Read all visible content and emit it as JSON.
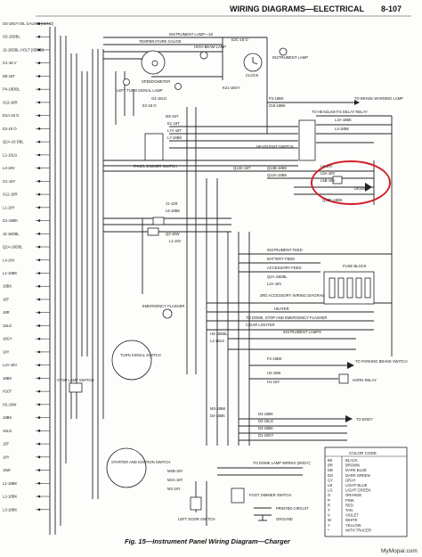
{
  "header": {
    "title": "WIRING DIAGRAMS—ELECTRICAL",
    "page_number": "8-107"
  },
  "caption": "Fig. 15—Instrument Panel Wiring Diagram—Charger",
  "watermark": "MyMopar.com",
  "annotation_color": "#d4202a",
  "components": {
    "temperature_gauge": "TEMPERATURE GAUGE",
    "speedometer": "SPEEDOMETER",
    "high_beam_lamp": "HIGH BEAM LAMP",
    "clock": "CLOCK",
    "instrument_lamp": "INSTRUMENT LAMP",
    "left_turn_signal_lamp": "LEFT TURN SIGNAL LAMP",
    "panel_dimmer_switch": "PANEL DIMMER SWITCH",
    "headlight_switch": "HEADLIGHT SWITCH",
    "to_headlights_delay_relay": "TO HEADLIGHTS DELAY RELAY",
    "to_brake_warning_lamp": "TO BRAKE WARNING LAMP",
    "diode": "DIODE",
    "instrument_feed": "INSTRUMENT FEED",
    "battery_feed": "BATTERY FEED",
    "accessory_feed": "ACCESSORY FEED",
    "fuse_block": "FUSE BLOCK",
    "emergency_flasher": "EMERGENCY FLASHER",
    "turn_signal_switch": "TURN SIGNAL SWITCH",
    "stop_lamp_switch": "STOP LAMP SWITCH",
    "starter_ignition_switch": "STARTER AND IGNITION SWITCH",
    "to_parking_brake_switch": "TO PARKING BRAKE SWITCH",
    "horn_relay": "HORN RELAY",
    "to_body": "TO BODY",
    "to_dome_lamp_wiring": "TO DOME LAMP WIRING (BODY)",
    "left_door_switch": "LEFT DOOR SWITCH",
    "foot_dimmer_switch": "FOOT DIMMER SWITCH",
    "printed_circuit": "PRINTED CIRCUIT",
    "ground": "GROUND",
    "three_way_accessory": "3RD ACCESSORY WIRING DIAGRAM",
    "dome_stop_flasher": "TO DOME, STOP AND EMERGENCY FLASHER",
    "heater": "HEATER",
    "cigar_lighter": "CIGAR LIGHTER",
    "instrument_lamps": "INSTRUMENT LAMPS"
  },
  "left_wire_labels": [
    "G6-18GY-OIL GAUGE (SEND)",
    "G5-18DBL",
    "J2-18DBL-VOLT (SEND)",
    "G1-18 V",
    "D8-18T",
    "P4-18DBL",
    "X12-18R",
    "E2A-18 O",
    "E2-18 O",
    "Q2A-18 DBL",
    "L2-18LG",
    "L4-18V",
    "G1-16Y",
    "X12-18R",
    "L1-18Y",
    "D1-18BK",
    "J2-18DBL",
    "Q2A-16DBL",
    "L4-18V",
    "L1-18BK",
    "18BK",
    "18T",
    "18R",
    "18LG",
    "18GY",
    "18Y",
    "L2A-18V",
    "18BK",
    "H107",
    "H2-16W",
    "18BK",
    "18LG",
    "18T",
    "18Y",
    "16W",
    "L1-18BK",
    "L2-18BK",
    "L3-18BK"
  ],
  "center_wire_labels": [
    "INSTRUMENT LAMP—18",
    "E2C-18 O",
    "G4-18LG",
    "E2-18 O",
    "M2-18Y",
    "E1-18T",
    "L7A-18T",
    "L7-18BK",
    "J1-12R",
    "L6-18BK",
    "Q13C-18T",
    "Q3-18W",
    "L1-18V",
    "H4-18DBL",
    "L2-18LG",
    "M3-18BK",
    "D4-18BK",
    "M2B-18Y",
    "M2A-18Y",
    "M2-18Y"
  ],
  "right_wire_labels": [
    "P3-18BK",
    "Z18-18BK",
    "K21-18GY",
    "L3A-18BK",
    "L4-18BK",
    "Q13B-18BK",
    "Q13A-18BK",
    "Q13C-18BK",
    "L6-18V",
    "L6A-18V",
    "L5B-18V",
    "L2A-18V",
    "Q2A-16DBL",
    "F2-18BK",
    "H2-18W",
    "H1-18Y",
    "D4-18BK",
    "D2-18LG",
    "D3-18BK",
    "D1-18GY"
  ],
  "color_code": {
    "title": "COLOR CODE",
    "rows": [
      [
        "BK",
        "BLACK"
      ],
      [
        "BR",
        "BROWN"
      ],
      [
        "DB",
        "DARK BLUE"
      ],
      [
        "DG",
        "DARK GREEN"
      ],
      [
        "GY",
        "GRAY"
      ],
      [
        "LB",
        "LIGHT BLUE"
      ],
      [
        "LG",
        "LIGHT GREEN"
      ],
      [
        "O",
        "ORANGE"
      ],
      [
        "P",
        "PINK"
      ],
      [
        "R",
        "RED"
      ],
      [
        "T",
        "TAN"
      ],
      [
        "V",
        "VIOLET"
      ],
      [
        "W",
        "WHITE"
      ],
      [
        "Y",
        "YELLOW"
      ],
      [
        "*",
        "WITH TRACER"
      ]
    ]
  }
}
